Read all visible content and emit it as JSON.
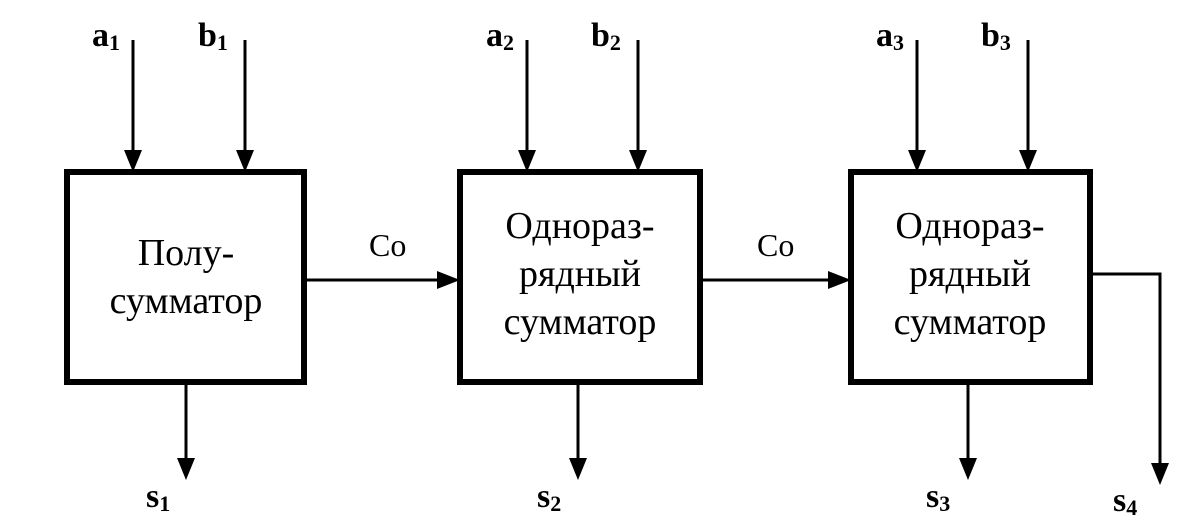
{
  "blocks": [
    {
      "lines": [
        "Полу-",
        "сумматор"
      ]
    },
    {
      "lines": [
        "Однораз-",
        "рядный",
        "сумматор"
      ]
    },
    {
      "lines": [
        "Однораз-",
        "рядный",
        "сумматор"
      ]
    }
  ],
  "inputs": [
    {
      "a": "a",
      "a_sub": "1",
      "b": "b",
      "b_sub": "1"
    },
    {
      "a": "a",
      "a_sub": "2",
      "b": "b",
      "b_sub": "2"
    },
    {
      "a": "a",
      "a_sub": "3",
      "b": "b",
      "b_sub": "3"
    }
  ],
  "outputs": [
    {
      "name": "s",
      "sub": "1"
    },
    {
      "name": "s",
      "sub": "2"
    },
    {
      "name": "s",
      "sub": "3"
    },
    {
      "name": "s",
      "sub": "4"
    }
  ],
  "carries": [
    "Co",
    "Co"
  ]
}
